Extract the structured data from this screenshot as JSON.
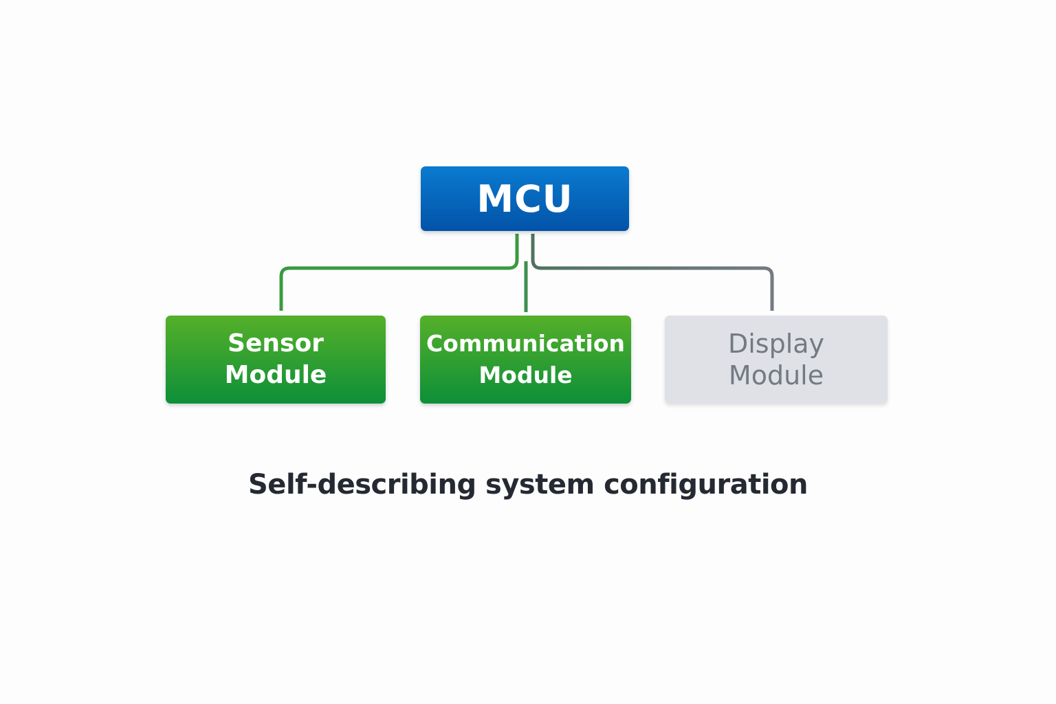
{
  "diagram": {
    "type": "hierarchy",
    "root": {
      "label": "MCU",
      "color": "#0461bb"
    },
    "children": [
      {
        "id": "sensor",
        "line1": "Sensor",
        "line2": "Module",
        "status": "active",
        "color": "#2fa030",
        "connector_color": "#3a9a3e"
      },
      {
        "id": "communication",
        "line1": "Communication",
        "line2": "Module",
        "status": "active",
        "color": "#2fa030",
        "connector_color": "#3e8f4f"
      },
      {
        "id": "display",
        "line1": "Display",
        "line2": "Module",
        "status": "inactive",
        "color": "#dfe1e6",
        "connector_color": "#6b7277"
      }
    ],
    "caption": "Self-describing system configuration"
  }
}
